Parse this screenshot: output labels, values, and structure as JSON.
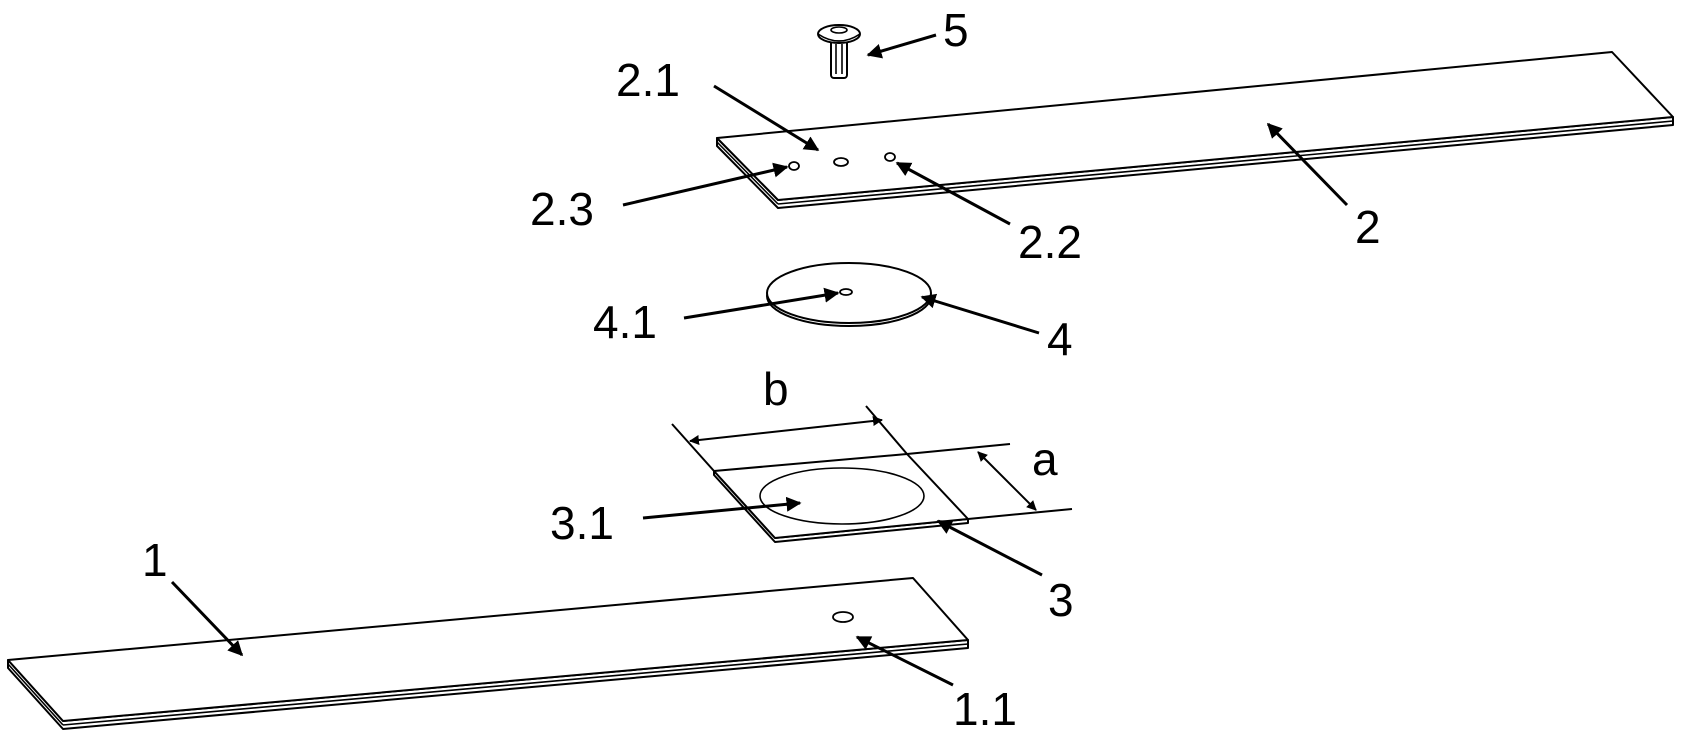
{
  "labels": {
    "part_1": "1",
    "hole_1_1": "1.1",
    "part_2": "2",
    "hole_2_1": "2.1",
    "hole_2_2": "2.2",
    "hole_2_3": "2.3",
    "part_3": "3",
    "opening_3_1": "3.1",
    "part_4": "4",
    "hole_4_1": "4.1",
    "screw_5": "5",
    "dim_a": "a",
    "dim_b": "b"
  },
  "colors": {
    "line": "#000000",
    "background": "#ffffff"
  }
}
